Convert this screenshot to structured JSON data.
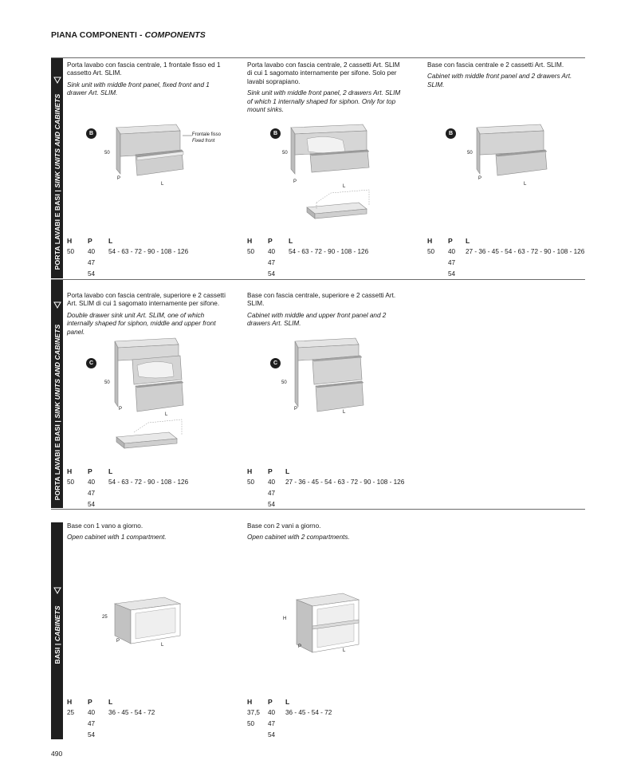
{
  "page": {
    "title_it": "PIANA COMPONENTI",
    "title_sep": " - ",
    "title_en": "COMPONENTS",
    "page_number": "490"
  },
  "sections": [
    {
      "sidebar_it": "PORTA LAVABI E BASI",
      "sidebar_sep": " | ",
      "sidebar_en": "SINK UNITS AND CABINETS",
      "items": [
        {
          "desc_it": "Porta lavabo con fascia centrale, 1 frontale fisso ed 1 cassetto Art. SLIM.",
          "desc_en": "Sink unit with middle front panel, fixed front and 1 drawer Art. SLIM.",
          "badge": "B",
          "dim_label_h": "50",
          "dim_label_p": "P",
          "dim_label_l": "L",
          "note_it": "Frontale fisso",
          "note_en": "Fixed front",
          "h_values": [
            "50"
          ],
          "p_values": [
            "40",
            "47",
            "54"
          ],
          "l_values": "54 - 63 - 72 - 90 - 108 - 126"
        },
        {
          "desc_it": "Porta lavabo con fascia centrale, 2 cassetti Art. SLIM di cui 1 sagomato internamente per sifone. Solo per lavabi soprapiano.",
          "desc_en": "Sink unit with middle front panel, 2 drawers Art. SLIM of which 1 internally shaped for siphon. Only for top mount sinks.",
          "badge": "B",
          "dim_label_h": "50",
          "dim_label_p": "P",
          "dim_label_l": "L",
          "h_values": [
            "50"
          ],
          "p_values": [
            "40",
            "47",
            "54"
          ],
          "l_values": "54 - 63 - 72 - 90 - 108 - 126"
        },
        {
          "desc_it": "Base con fascia centrale e 2 cassetti Art. SLIM.",
          "desc_en": "Cabinet with middle front panel and 2 drawers Art. SLIM.",
          "badge": "B",
          "dim_label_h": "50",
          "dim_label_p": "P",
          "dim_label_l": "L",
          "h_values": [
            "50"
          ],
          "p_values": [
            "40",
            "47",
            "54"
          ],
          "l_values": "27 - 36 - 45 - 54 - 63 - 72 - 90 - 108 - 126"
        }
      ]
    },
    {
      "sidebar_it": "PORTA LAVABI E BASI",
      "sidebar_sep": " | ",
      "sidebar_en": "SINK UNITS AND CABINETS",
      "items": [
        {
          "desc_it": "Porta lavabo con fascia centrale, superiore e 2 cassetti Art. SLIM di cui 1 sagomato internamente per sifone.",
          "desc_en": "Double drawer sink unit Art. SLIM, one of which internally shaped for siphon, middle and upper front panel.",
          "badge": "C",
          "dim_label_h": "50",
          "dim_label_p": "P",
          "dim_label_l": "L",
          "h_values": [
            "50"
          ],
          "p_values": [
            "40",
            "47",
            "54"
          ],
          "l_values": "54 - 63 - 72 - 90 - 108 - 126"
        },
        {
          "desc_it": "Base con fascia centrale, superiore e 2 cassetti Art. SLIM.",
          "desc_en": "Cabinet with middle and upper front panel and 2 drawers Art. SLIM.",
          "badge": "C",
          "dim_label_h": "50",
          "dim_label_p": "P",
          "dim_label_l": "L",
          "h_values": [
            "50"
          ],
          "p_values": [
            "40",
            "47",
            "54"
          ],
          "l_values": "27 - 36 - 45 - 54 - 63 - 72 - 90 - 108 - 126"
        }
      ]
    },
    {
      "sidebar_it": "BASI",
      "sidebar_sep": " | ",
      "sidebar_en": "CABINETS",
      "items": [
        {
          "desc_it": "Base con 1 vano a giorno.",
          "desc_en": "Open cabinet with 1 compartment.",
          "dim_label_h": "25",
          "dim_label_p": "P",
          "dim_label_l": "L",
          "h_values": [
            "25"
          ],
          "p_values": [
            "40",
            "47",
            "54"
          ],
          "l_values": "36 - 45 - 54 - 72"
        },
        {
          "desc_it": "Base con 2 vani a giorno.",
          "desc_en": "Open cabinet with 2 compartments.",
          "dim_label_h": "H",
          "dim_label_p": "P",
          "dim_label_l": "L",
          "h_values": [
            "37,5",
            "50"
          ],
          "p_values": [
            "40",
            "47",
            "54"
          ],
          "l_values": "36 - 45 - 54 - 72"
        }
      ]
    }
  ],
  "dims_header": {
    "h": "H",
    "p": "P",
    "l": "L"
  },
  "icons": {
    "arrow": "triangle-right-outline-icon"
  }
}
